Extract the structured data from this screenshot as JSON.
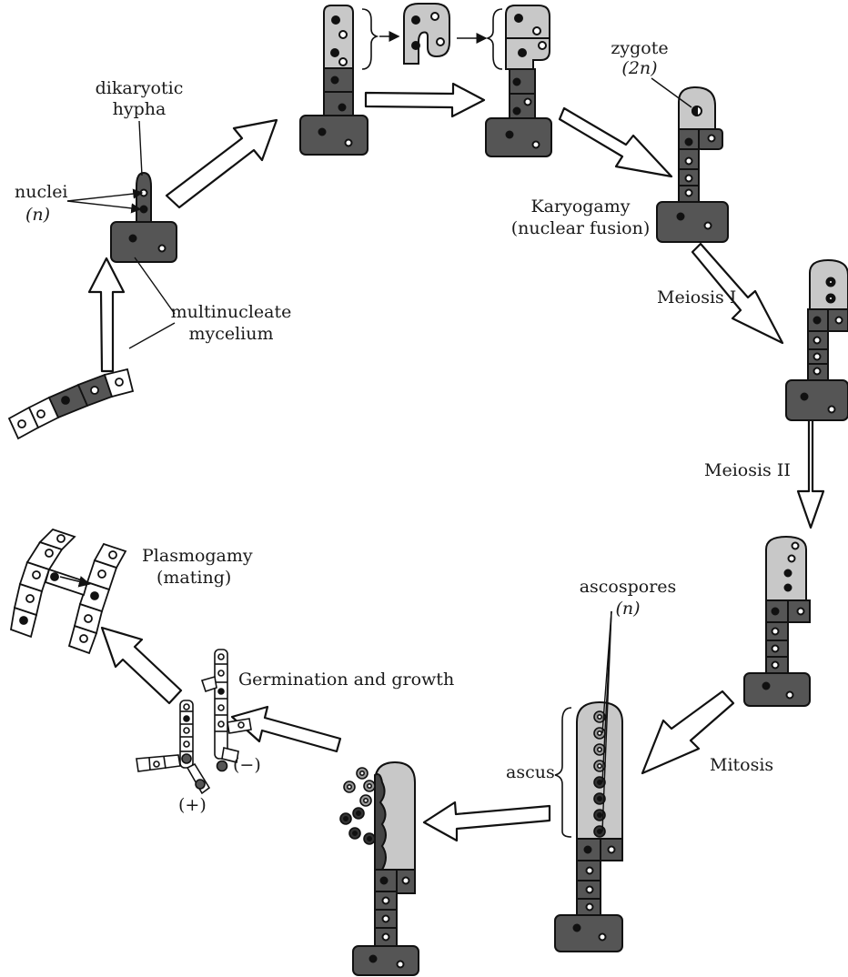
{
  "labels": {
    "dikaryotic_hypha": [
      "dikaryotic",
      "hypha"
    ],
    "nuclei": "nuclei",
    "nuclei_n": "(n)",
    "multinucleate_mycelium": [
      "multinucleate",
      "mycelium"
    ],
    "zygote": "zygote",
    "zygote_2n": "(2n)",
    "karyogamy": [
      "Karyogamy",
      "(nuclear fusion)"
    ],
    "meiosis_1": "Meiosis I",
    "meiosis_2": "Meiosis II",
    "ascospores": "ascospores",
    "ascospores_n": "(n)",
    "ascus": "ascus",
    "mitosis": "Mitosis",
    "germination": "Germination and growth",
    "plasmogamy": [
      "Plasmogamy",
      "(mating)"
    ],
    "minus": "(−)",
    "plus": "(+)"
  },
  "colors": {
    "dark": "#555555",
    "light": "#c8c8c8",
    "outline": "#111111",
    "white": "#ffffff"
  }
}
